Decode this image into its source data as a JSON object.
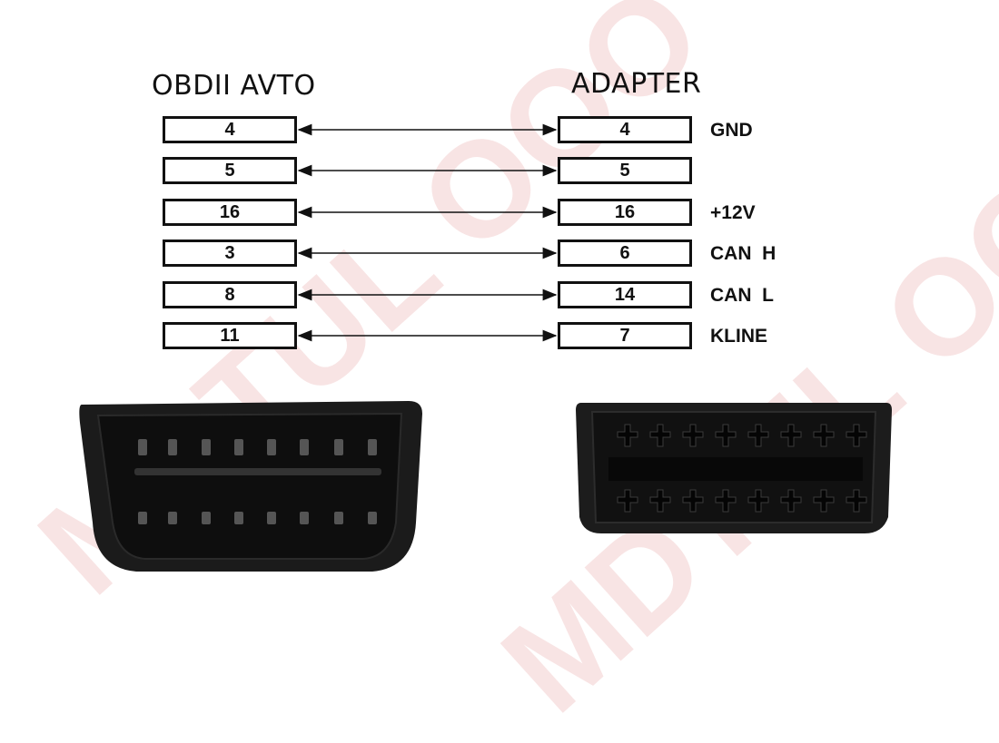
{
  "titles": {
    "left": "OBDII  AVTO",
    "right": "ADAPTER"
  },
  "connections": [
    {
      "left_pin": "4",
      "right_pin": "4",
      "signal": "GND"
    },
    {
      "left_pin": "5",
      "right_pin": "5",
      "signal": ""
    },
    {
      "left_pin": "16",
      "right_pin": "16",
      "signal": "+12V"
    },
    {
      "left_pin": "3",
      "right_pin": "6",
      "signal": "CAN  H"
    },
    {
      "left_pin": "8",
      "right_pin": "14",
      "signal": "CAN  L"
    },
    {
      "left_pin": "11",
      "right_pin": "7",
      "signal": "KLINE"
    }
  ],
  "watermark": {
    "text": "MDTUL OOO",
    "color": "#e8a0a0"
  },
  "images": {
    "left_connector": "obd2-male-plug-photo",
    "right_connector": "obd2-female-socket-photo"
  }
}
